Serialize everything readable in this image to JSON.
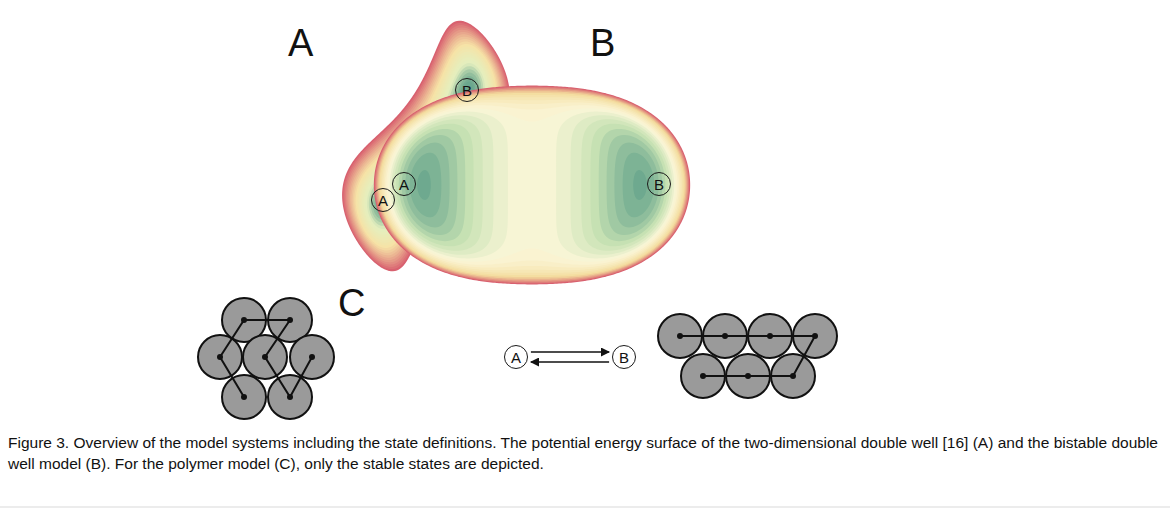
{
  "diagram": {
    "caption": "Figure 3. Overview of the model systems including the state definitions. The potential energy surface of the two-dimensional double well [16] (A) and the bistable double well model (B). For the polymer model (C), only the stable states are depicted.",
    "nodes": [
      {
        "text": [
          "A"
        ]
      },
      {
        "text": [
          "B"
        ]
      },
      {
        "text": [
          "A"
        ]
      },
      {
        "text": [
          "B"
        ]
      },
      {
        "text": [
          "A"
        ]
      },
      {
        "text": [
          "B"
        ]
      }
    ],
    "edges": [
      {
        "from": 4,
        "to": 5,
        "arrow": "to"
      },
      {
        "from": 5,
        "to": 4,
        "arrow": "to"
      }
    ],
    "labels": [
      "A",
      "B",
      "C"
    ]
  }
}
